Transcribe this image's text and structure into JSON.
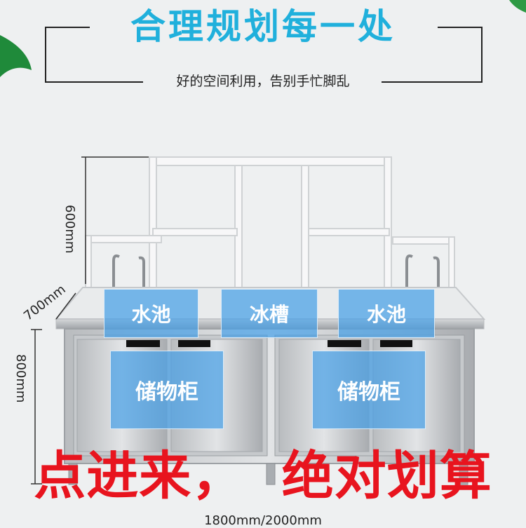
{
  "header": {
    "title": "合理规划每一处",
    "subtitle": "好的空间利用，告别手忙脚乱"
  },
  "dimensions": {
    "shelf_height": "600mm",
    "depth": "700mm",
    "cabinet_height": "800mm",
    "width": "1800mm/2000mm"
  },
  "labels": {
    "sink_left": "水池",
    "ice_trough": "冰槽",
    "sink_right": "水池",
    "cabinet_left": "储物柜",
    "cabinet_right": "储物柜"
  },
  "promo": {
    "text": "点进来，  绝对划算"
  },
  "colors": {
    "title_blue": "#20b0dc",
    "label_blue": "#46a0e6",
    "promo_red": "#e8141e"
  }
}
